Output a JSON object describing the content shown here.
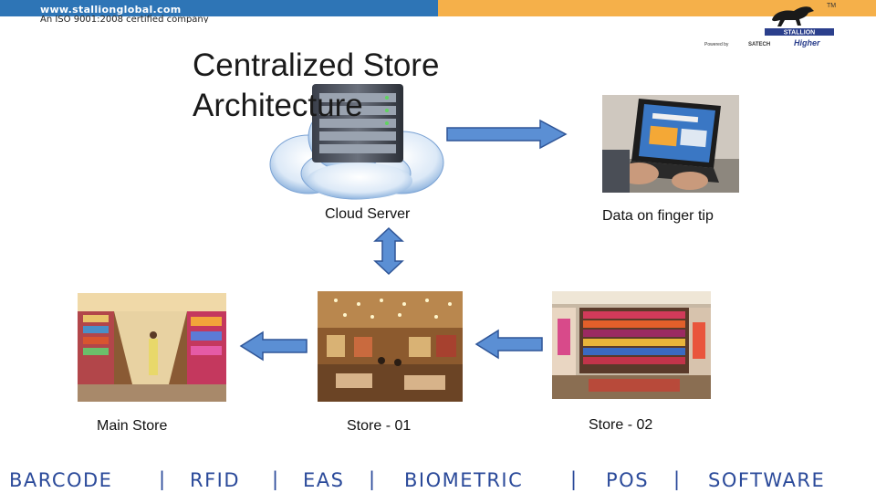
{
  "header": {
    "url": "www.stallionglobal.com",
    "iso_text": "An ISO 9001:2008 certified company",
    "logo_text": "STALLION",
    "logo_tagline": "Higher",
    "tm": "TM",
    "partner_1": "Powered by",
    "partner_2": "SATECH"
  },
  "slide": {
    "title": "Centralized Store Architecture",
    "cloud_label": "Cloud Server",
    "laptop_label": "Data on finger tip",
    "stores": [
      {
        "label": "Main Store"
      },
      {
        "label": "Store - 01"
      },
      {
        "label": "Store - 02"
      }
    ]
  },
  "footer": {
    "categories": [
      "BARCODE",
      "RFID",
      "EAS",
      "BIOMETRIC",
      "POS",
      "SOFTWARE"
    ],
    "separator": "|"
  },
  "colors": {
    "arrow_fill": "#5b8fd4",
    "arrow_stroke": "#2f5597",
    "header_blue": "#2e75b6",
    "header_orange": "#f5b04a",
    "footer_text": "#2b4a9a"
  }
}
